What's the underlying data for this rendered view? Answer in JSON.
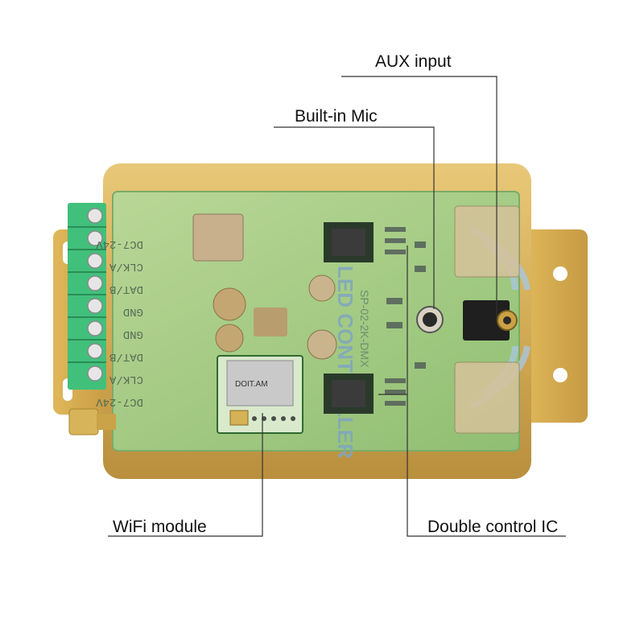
{
  "callouts": {
    "aux_input": "AUX input",
    "built_in_mic": "Built-in Mic",
    "wifi_module": "WiFi module",
    "double_control_ic": "Double control IC"
  },
  "board": {
    "terminal_labels_left": [
      "DC7-24V",
      "CLK/A",
      "DAT/B",
      "GND",
      "GND",
      "DAT/B",
      "CLK/A",
      "DC7-24V"
    ],
    "vertical_print": "LED CONTROLLER",
    "model_print": "SP-02-2K-DMX",
    "wifi_print": "DOIT.AM"
  },
  "colors": {
    "housing_gold": "#d8b35c",
    "pcb_green": "#9ccf86",
    "terminal_green": "#3fbf7a",
    "leader_line": "#333333"
  }
}
